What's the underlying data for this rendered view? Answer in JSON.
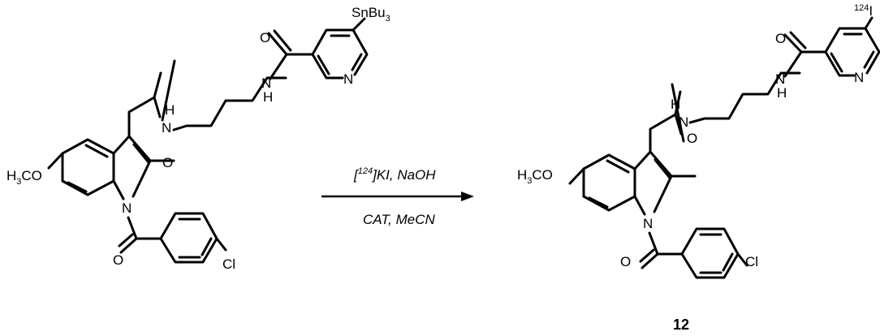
{
  "reactant": {
    "substituent": {
      "main": "SnBu",
      "sub": "3"
    },
    "atoms": {
      "carbonyl_o": "O",
      "amide_h": "H",
      "amide_n": "N",
      "pyridine_n": "N",
      "chloro": "Cl"
    },
    "methoxy": {
      "main1": "H",
      "sub": "3",
      "main2": "CO"
    }
  },
  "reaction": {
    "condition_top_sup": "124",
    "condition_top_rest": "]KI, NaOH",
    "condition_top_bracket": "[",
    "condition_bottom": "CAT, MeCN"
  },
  "product": {
    "substituent": {
      "sup": "124",
      "main": "I"
    },
    "atoms": {
      "carbonyl_o": "O",
      "amide_h": "H",
      "amide_n": "N",
      "pyridine_n": "N",
      "chloro": "Cl"
    },
    "methoxy": {
      "main1": "H",
      "sub": "3",
      "main2": "CO"
    },
    "label": "12"
  }
}
